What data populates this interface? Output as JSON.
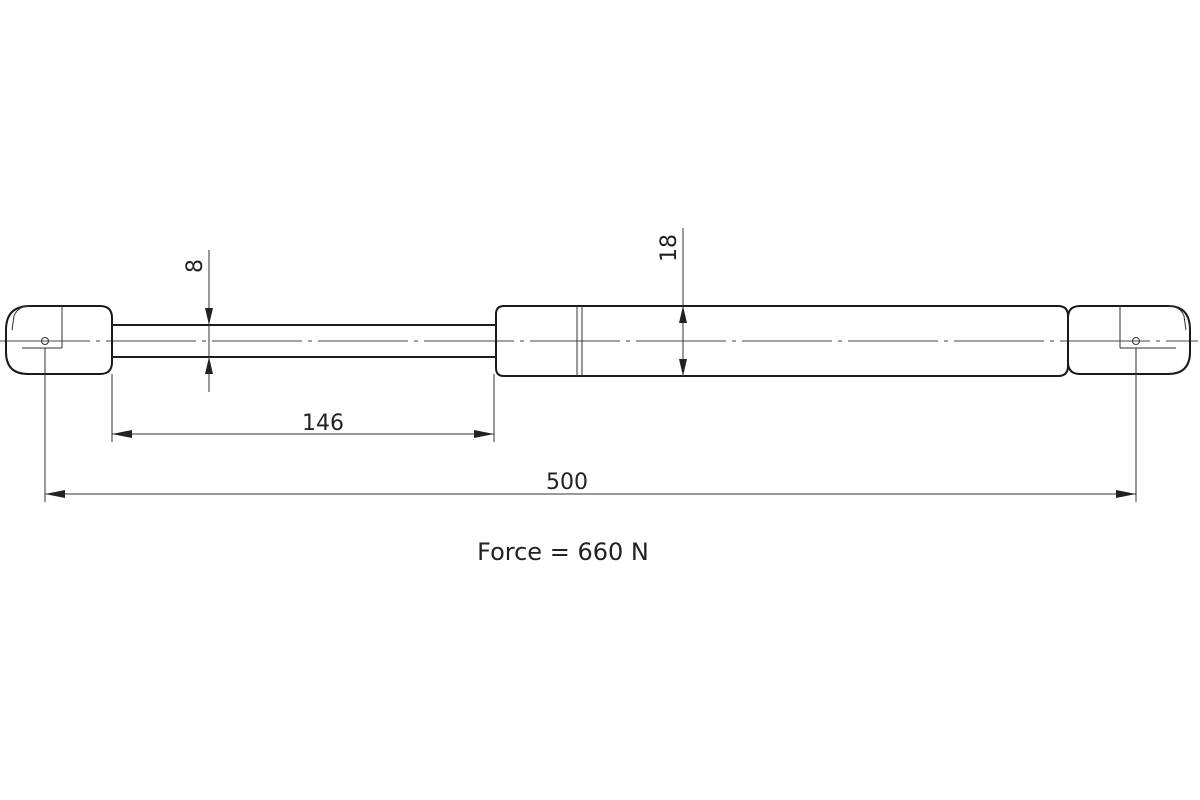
{
  "dimensions": {
    "total_length": "500",
    "rod_length": "146",
    "rod_diameter": "8",
    "body_diameter": "18"
  },
  "force_label": "Force = 660 N"
}
